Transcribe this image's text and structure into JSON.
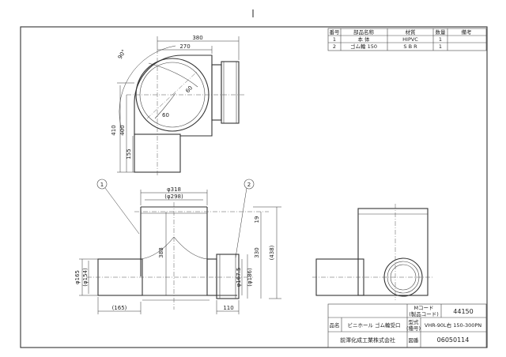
{
  "parts_table": {
    "headers": [
      "番号",
      "部品名称",
      "材質",
      "数量",
      "備考"
    ],
    "rows": [
      [
        "1",
        "本 体",
        "HIPVC",
        "1",
        ""
      ],
      [
        "2",
        "ゴム輪 150",
        "S B R",
        "1",
        ""
      ]
    ]
  },
  "dimensions": {
    "top_380": "380",
    "top_270": "270",
    "angle_90": "90°",
    "angle_60a": "60",
    "angle_60b": "60",
    "h_410": "410",
    "h_400": "400",
    "h_155": "155",
    "d_318": "φ318",
    "d_298": "(φ298)",
    "h_388": "388",
    "h_330": "330",
    "h_438": "(438)",
    "h_19": "19",
    "d_165": "φ165",
    "d_154": "(φ154)",
    "d_1675": "φ167.5",
    "d_186": "(φ186)",
    "w_165": "(165)",
    "w_110": "110"
  },
  "callouts": {
    "c1": "1",
    "c2": "2"
  },
  "title_block": {
    "m_code_label": "Mコード",
    "m_code_sub": "(製品コード)",
    "m_code_value": "44150",
    "name_label": "品名",
    "name_value": "ビニホール ゴム輪受口",
    "model_label": "型式",
    "model_sub": "(種号)",
    "model_value": "VHR-90L右 150-300PN",
    "company": "前澤化成工業株式会社",
    "drawing_no_label": "図番",
    "drawing_no_value": "06050114"
  }
}
